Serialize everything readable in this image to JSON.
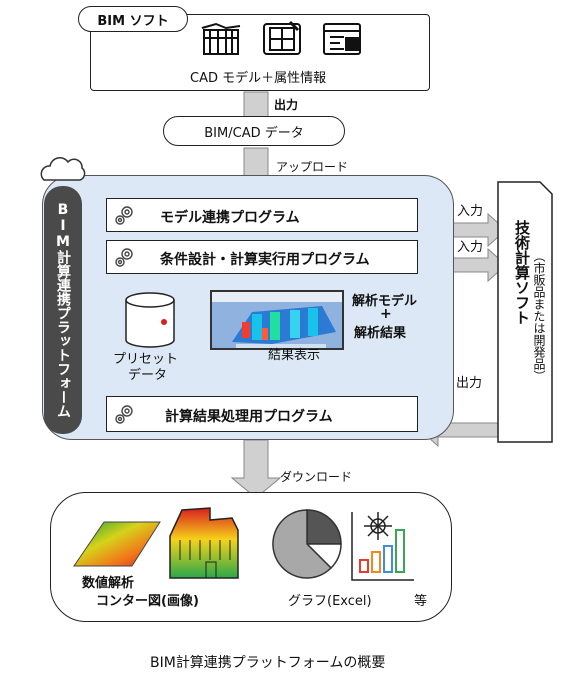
{
  "bim_soft": {
    "tag": "BIM ソフト",
    "caption": "CAD モデル＋属性情報"
  },
  "flow": {
    "output_label": "出力",
    "upload_label": "アップロード",
    "download_label": "ダウンロード"
  },
  "bim_cad_data": "BIM/CAD データ",
  "platform": {
    "title": "BIM計算連携プラットフォーム",
    "programs": [
      {
        "label": "モデル連携プログラム"
      },
      {
        "label": "条件設計・計算実行用プログラム"
      },
      {
        "label": "計算結果処理用プログラム"
      }
    ],
    "preset_label_line1": "プリセット",
    "preset_label_line2": "データ",
    "analysis_label_line1": "解析モデル",
    "analysis_label_plus": "+",
    "analysis_label_line2": "解析結果",
    "result_display": "結果表示"
  },
  "tech_soft": {
    "title": "技術計算ソフト",
    "note": "（市販品または開発品）",
    "input_label_1": "入力",
    "input_label_2": "入力",
    "output_label": "出力"
  },
  "outputs": {
    "contour_line1": "数値解析",
    "contour_line2": "コンター図(画像)",
    "graph_label": "グラフ(Excel)",
    "etc_label": "等"
  },
  "caption": "BIM計算連携プラットフォームの概要",
  "colors": {
    "platform_bg": "#dce8f5",
    "platform_border": "#555555",
    "arrow_fill": "#d0d0d0",
    "title_bar": "#4a4a4a",
    "bars": [
      "#e63b2e",
      "#f08a1e",
      "#3e8fd6",
      "#3aa655"
    ]
  }
}
